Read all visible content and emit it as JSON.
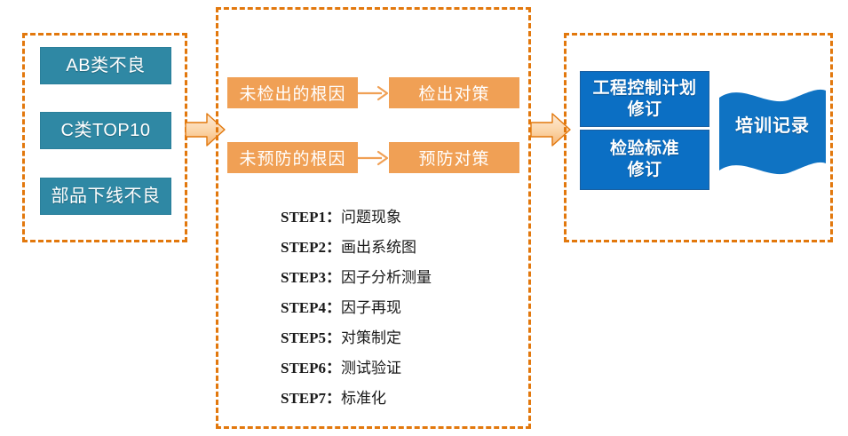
{
  "diagram": {
    "colors": {
      "panel_border": "#E2780D",
      "teal": "#2F88A4",
      "orange": "#F0A055",
      "blue": "#0B6FC4",
      "arrow_fill": "#FBD7AE",
      "arrow_border": "#E2780D",
      "text_light": "#FFFFFF",
      "text_dark": "#1A1A1A"
    }
  },
  "left_panel": {
    "items": [
      {
        "label": "AB类不良"
      },
      {
        "label": "C类TOP10"
      },
      {
        "label": "部品下线不良"
      }
    ]
  },
  "middle_panel": {
    "rows": [
      {
        "cause": "未检出的根因",
        "action": "检出对策"
      },
      {
        "cause": "未预防的根因",
        "action": "预防对策"
      }
    ],
    "steps": [
      {
        "key": "STEP1：",
        "value": "问题现象"
      },
      {
        "key": "STEP2：",
        "value": "画出系统图"
      },
      {
        "key": "STEP3：",
        "value": "因子分析测量"
      },
      {
        "key": "STEP4：",
        "value": "因子再现"
      },
      {
        "key": "STEP5：",
        "value": "对策制定"
      },
      {
        "key": "STEP6：",
        "value": "测试验证"
      },
      {
        "key": "STEP7：",
        "value": "标准化"
      }
    ]
  },
  "right_panel": {
    "boxes": [
      {
        "label": "工程控制计划\n修订"
      },
      {
        "label": "检验标准\n修订"
      }
    ],
    "banner": {
      "label": "培训记录"
    }
  }
}
